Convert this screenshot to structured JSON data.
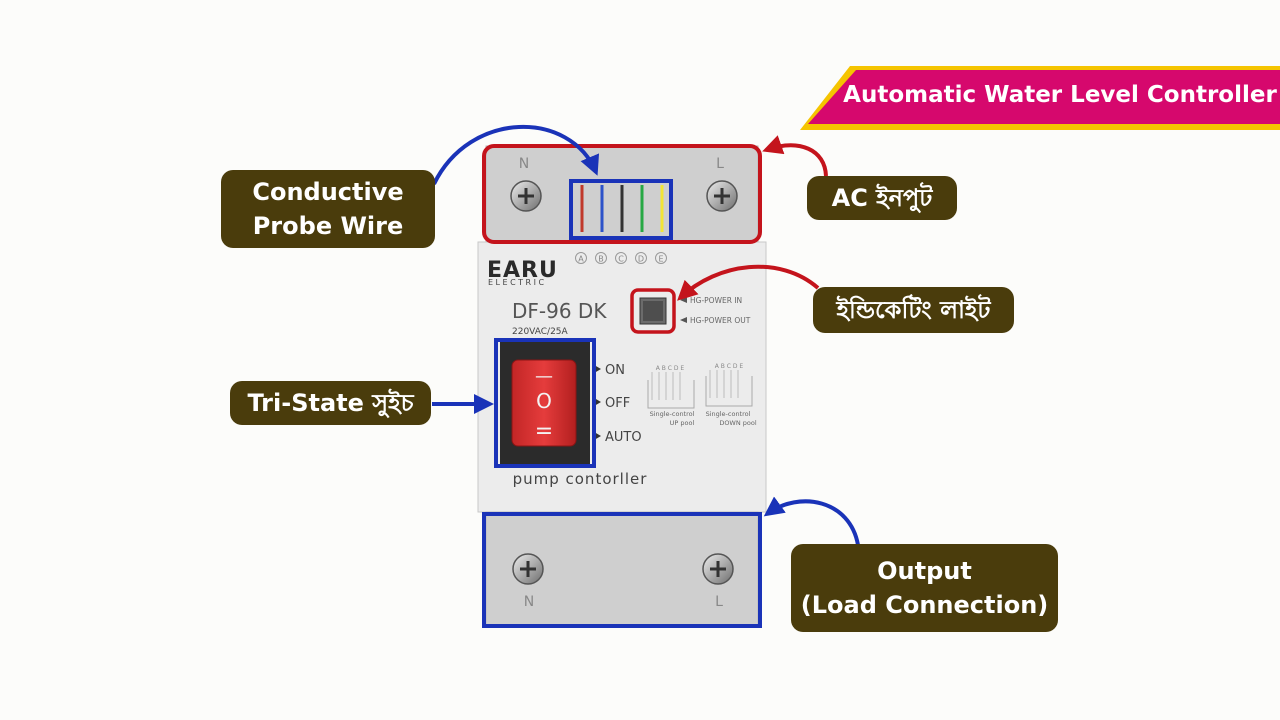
{
  "banner": {
    "title": "Automatic Water Level Controller"
  },
  "callouts": {
    "probe_wire": {
      "line1": "Conductive",
      "line2": "Probe Wire"
    },
    "ac_input": "AC ইনপুট",
    "indicator_light": "ইন্ডিকেটিং লাইট",
    "tri_state_switch": "Tri-State সুইচ",
    "output": {
      "line1": "Output",
      "line2": "(Load Connection)"
    }
  },
  "device": {
    "brand": "EARU",
    "brand_sub": "ELECTRIC",
    "model": "DF-96 DK",
    "rating": "220VAC/25A",
    "top_terminal_labels": {
      "left": "N",
      "right": "L"
    },
    "bottom_terminal_labels": {
      "left": "N",
      "right": "L"
    },
    "probe_letters": [
      "A",
      "B",
      "C",
      "D",
      "E"
    ],
    "indicator_labels": {
      "in": "HG-POWER IN",
      "out": "HG-POWER OUT"
    },
    "switch_positions": {
      "on": "ON",
      "off": "OFF",
      "auto": "AUTO"
    },
    "switch_symbols": {
      "top": "—",
      "mid": "O",
      "bottom": "="
    },
    "diagrams": [
      {
        "letters": "A B C D E",
        "line1": "Single-control",
        "line2": "UP pool"
      },
      {
        "letters": "A B C D E",
        "line1": "Single-control",
        "line2": "DOWN pool"
      }
    ],
    "footer": "pump contorller",
    "wire_colors": [
      "#c0392b",
      "#2c52c9",
      "#333333",
      "#27a844",
      "#f2e535"
    ]
  },
  "colors": {
    "callout_bg": "#4a3c0c",
    "banner": "#d6086d",
    "banner_accent": "#f5c400",
    "highlight_red": "#c4141c",
    "highlight_blue": "#1a33b8"
  }
}
